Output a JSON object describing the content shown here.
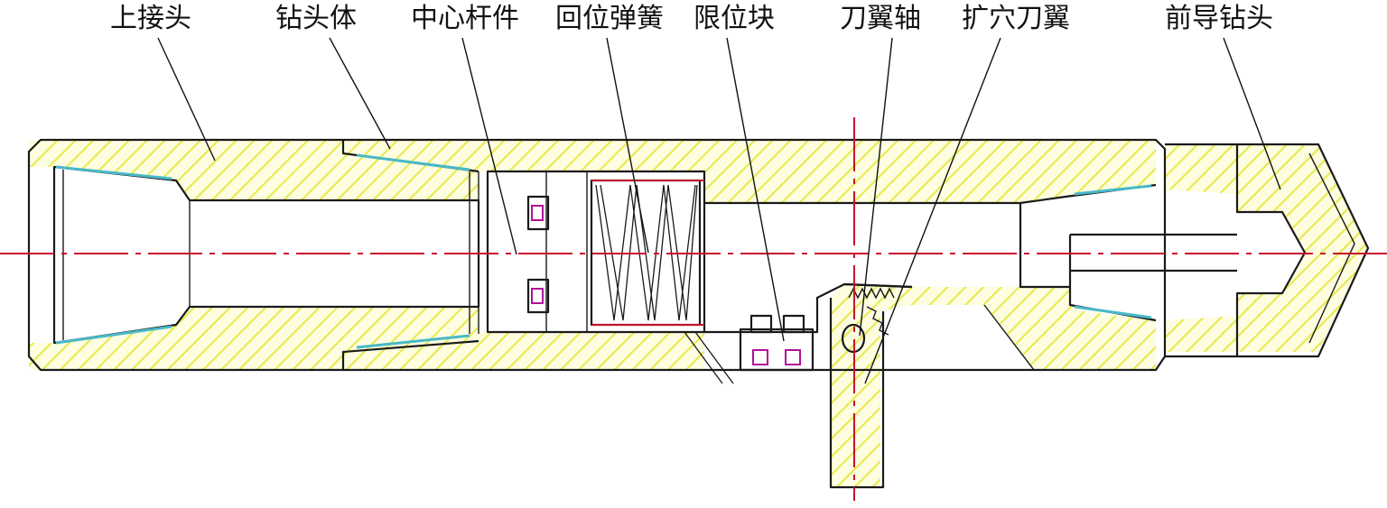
{
  "labels": {
    "upper_sub": "上接头",
    "bit_body": "钻头体",
    "center_rod": "中心杆件",
    "return_spring": "回位弹簧",
    "limit_block": "限位块",
    "blade_shaft": "刀翼轴",
    "reaming_blade": "扩穴刀翼",
    "pilot_bit": "前导钻头"
  },
  "colors": {
    "outline": "#1a1a1a",
    "hatch": "#e8e84a",
    "centerline": "#c8102e",
    "thread": "#49b9c8",
    "seal": "#b0109a"
  }
}
